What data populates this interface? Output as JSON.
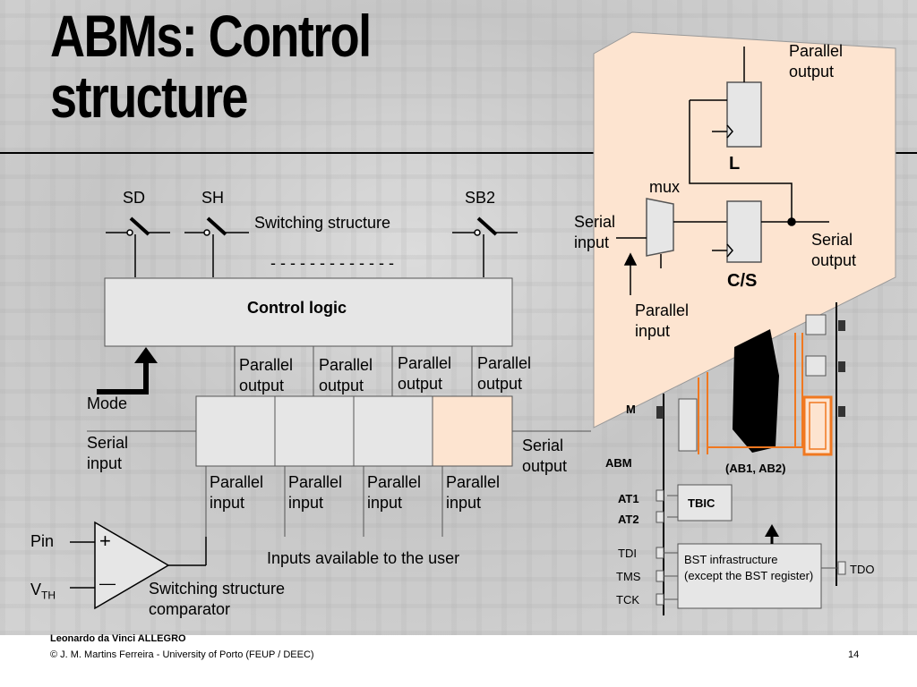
{
  "slide": {
    "title_line1": "ABMs: Control",
    "title_line2": "structure",
    "footer_author": "Leonardo da Vinci ALLEGRO",
    "footer_copyright": "© J. M. Martins Ferreira - University of Porto (FEUP / DEEC)",
    "page_number": "14"
  },
  "switches": {
    "sd": "SD",
    "sh": "SH",
    "sb2": "SB2",
    "switching_structure": "Switching structure",
    "dashes": "- - - - - - - - - - - - -"
  },
  "control": {
    "control_logic": "Control logic",
    "mode": "Mode",
    "serial_input": "Serial input",
    "serial_output": "Serial output",
    "parallel_output": "Parallel output",
    "parallel_input": "Parallel input",
    "inputs_available": "Inputs available to the user"
  },
  "comparator": {
    "pin": "Pin",
    "vth": "V",
    "vth_sub": "TH",
    "plus": "+",
    "minus": "—",
    "label": "Switching structure comparator"
  },
  "inset": {
    "parallel_output": "Parallel output",
    "latch": "L",
    "mux": "mux",
    "serial_input": "Serial input",
    "serial_output": "Serial output",
    "cs": "C/S",
    "parallel_input": "Parallel input"
  },
  "chip": {
    "abm": "ABM",
    "ab_buses": "(AB1, AB2)",
    "at1": "AT1",
    "at2": "AT2",
    "tbic": "TBIC",
    "tdi": "TDI",
    "tms": "TMS",
    "tck": "TCK",
    "tdo": "TDO",
    "bst_infra": "BST infrastructure (except the BST register)",
    "m_fragment": "M"
  },
  "colors": {
    "inset_fill": "#fde4d0",
    "orange_wire": "#f07820",
    "highlight_cell": "#fde4d0"
  }
}
